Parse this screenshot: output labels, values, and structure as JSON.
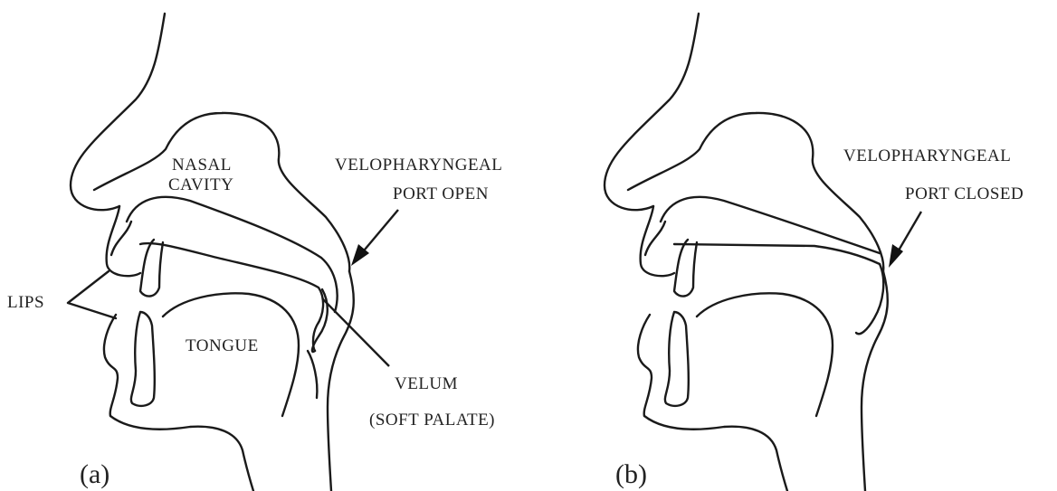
{
  "panel_a": {
    "panel_label": "(a)",
    "nasal_cavity_line1": "NASAL",
    "nasal_cavity_line2": "CAVITY",
    "port_label_line1": "VELOPHARYNGEAL",
    "port_label_line2": "PORT OPEN",
    "lips": "LIPS",
    "tongue": "TONGUE",
    "velum_line1": "VELUM",
    "velum_line2": "(SOFT PALATE)"
  },
  "panel_b": {
    "panel_label": "(b)",
    "port_label_line1": "VELOPHARYNGEAL",
    "port_label_line2": "PORT CLOSED"
  }
}
